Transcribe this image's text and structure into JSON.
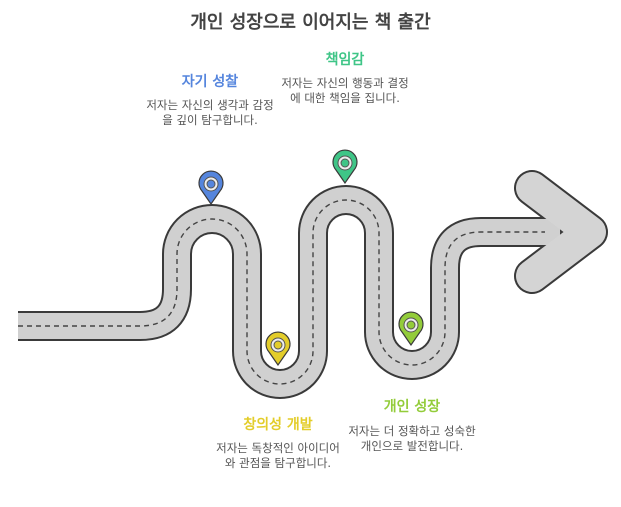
{
  "title": "개인 성장으로 이어지는 책 출간",
  "colors": {
    "road_fill": "#d0d0d0",
    "road_edge": "#3a3a3a",
    "blue": "#5585dd",
    "green": "#3fc587",
    "yellow": "#e3cd2a",
    "lime": "#93cc3a"
  },
  "steps": [
    {
      "label": "자기 성찰",
      "description": "저자는 자신의 생각과 감정을 깊이 탐구합니다.",
      "color": "#5585dd"
    },
    {
      "label": "창의성 개발",
      "description": "저자는 독창적인 아이디어와 관점을 탐구합니다.",
      "color": "#e3cd2a"
    },
    {
      "label": "책임감",
      "description": "저자는 자신의 행동과 결정에 대한 책임을 집니다.",
      "color": "#3fc587"
    },
    {
      "label": "개인 성장",
      "description": "저자는 더 정확하고 성숙한 개인으로 발전합니다.",
      "color": "#93cc3a"
    }
  ]
}
